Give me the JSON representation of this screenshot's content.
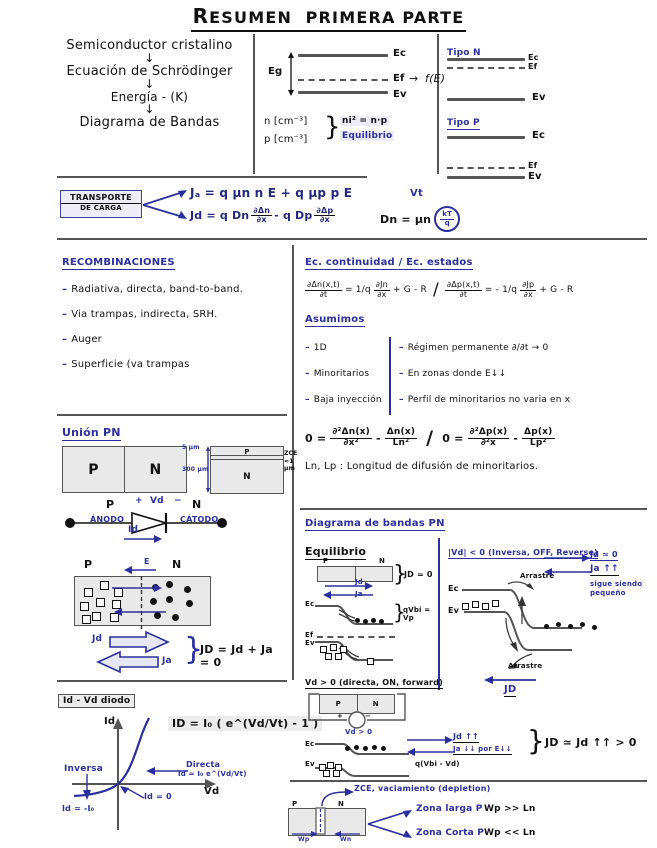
{
  "page": {
    "title_first": "R",
    "title_rest": "ESUMEN",
    "title_second": "PRIMERA PARTE"
  },
  "intro_flow": {
    "steps": [
      "Semiconductor cristalino",
      "Ecuación de Schrödinger",
      "Energía - (K)",
      "Diagrama de Bandas"
    ],
    "arrow": "↓"
  },
  "band_intrinsic": {
    "ec": "Ec",
    "ef": "Ef",
    "ev": "Ev",
    "eg": "Eg",
    "fe_arrow": "→",
    "fe": "f(E)",
    "n_units": "n [cm⁻³]",
    "p_units": "p [cm⁻³]",
    "brace": "}",
    "relation": "ni² = n·p",
    "relation_note": "Equilibrio"
  },
  "doping": {
    "n_type": {
      "label": "Tipo N",
      "ec": "Ec",
      "ef": "Ef",
      "ev": "Ev"
    },
    "p_type": {
      "label": "Tipo P",
      "ec": "Ec",
      "ef": "Ef",
      "ev": "Ev"
    }
  },
  "transport": {
    "box_line1": "TRANSPORTE",
    "box_line2": "DE CARGA",
    "drift_eq": "Jₐ = q μn n E + q μp p E",
    "diff_eq_lead": "Jd = q Dn",
    "diff_num1": "∂Δn",
    "diff_den1": "∂x",
    "diff_mid": "- q Dp",
    "diff_num2": "∂Δp",
    "diff_den2": "∂x",
    "einstein_lead": "Dn = μn",
    "einstein_num": "kT",
    "einstein_den": "q",
    "vt_label": "Vt"
  },
  "recombinations": {
    "heading": "RECOMBINACIONES",
    "items": [
      "Radiativa, directa, band-to-band.",
      "Via trampas, indirecta, SRH.",
      "Auger",
      "Superficie (va trampas"
    ]
  },
  "continuity": {
    "heading": "Ec. continuidad / Ec. estados",
    "eq_n": {
      "lhs_num": "∂Δn(x,t)",
      "lhs_den": "∂t",
      "eq": "=",
      "coef": "1/q",
      "t_num": "∂Jn",
      "t_den": "∂x",
      "tail": "+ G - R"
    },
    "divider": "/",
    "eq_p": {
      "lhs_num": "∂Δp(x,t)",
      "lhs_den": "∂t",
      "eq": "= -",
      "coef": "1/q",
      "t_num": "∂Jp",
      "t_den": "∂x",
      "tail": "+ G - R"
    },
    "assume_heading": "Asumimos",
    "assume_left": [
      "1D",
      "Minoritarios",
      "Baja inyección"
    ],
    "assume_right": [
      "Régimen permanente  ∂/∂t → 0",
      "En zonas donde E↓↓",
      "Perfil de minoritarios no varia en x"
    ],
    "steady_n": {
      "zero": "0 =",
      "num1": "∂²Δn(x)",
      "den1": "∂x²",
      "minus": "-",
      "num2": "Δn(x)",
      "den2": "Ln²"
    },
    "steady_div": "/",
    "steady_p": {
      "zero": "0 =",
      "num1": "∂²Δp(x)",
      "den1": "∂²x",
      "minus": "-",
      "num2": "Δp(x)",
      "den2": "Lp²"
    },
    "ln_lp_note": "Ln, Lp : Longitud de difusión de minoritarios."
  },
  "pn_junction": {
    "heading": "Unión PN",
    "block_p": "P",
    "block_n": "N",
    "wafer": {
      "p_layer": "P",
      "n_layer": "N",
      "top_dim": "5 μm",
      "side_dim": "300 μm",
      "zce_label": "ZCE",
      "zce_dim": "≈1 μm"
    },
    "diode": {
      "p": "P",
      "n": "N",
      "anode": "ÁNODO",
      "cathode": "CÁTODO",
      "plus": "+",
      "minus": "−",
      "vd": "Vd",
      "id": "Id"
    },
    "carriers": {
      "p": "P",
      "n": "N",
      "field": "E",
      "jd": "Jd",
      "ja": "Ja",
      "balance": "JD = Jd + Ja = 0"
    }
  },
  "iv_curve": {
    "heading": "Id - Vd  diodo",
    "y_axis": "Id",
    "x_axis": "Vd",
    "equation": "ID = I₀ ( e^(Vd/Vt) - 1 )",
    "label_direct": "Directa",
    "label_direct_eq": "Id ≃ I₀ e^(Vd/Vt)",
    "label_inverse": "Inversa",
    "label_inverse_eq": "Id ≃ -I₀",
    "label_origin": "Id = 0"
  },
  "band_pn": {
    "heading": "Diagrama de bandas PN",
    "equilibrium": {
      "title": "Equilibrio",
      "p": "P",
      "n": "N",
      "jd": "Jd",
      "ja": "Ja",
      "result": "JD = 0",
      "barrier": "qVbi = Vp",
      "ec": "Ec",
      "ef": "Ef",
      "ev": "Ev"
    },
    "reverse": {
      "title": "|Vd| < 0  (Inversa, OFF, Reverse)",
      "ec": "Ec",
      "ev": "Ev",
      "arrastre": "Arrastre",
      "arrastre2": "Arrastre",
      "jd_note": "Jd ≈ 0",
      "ja_note": "Ja ↑↑",
      "note_line1": "sigue siendo",
      "note_line2": "pequeño",
      "jtot": "JD"
    },
    "forward": {
      "title": "Vd > 0  (directa, ON, forward)",
      "p": "P",
      "n": "N",
      "plus": "+",
      "minus": "−",
      "source": "Vd > 0",
      "jd_note": "Jd ↑↑",
      "ja_note": "Ja ↓↓ por E↓↓",
      "result": "JD ≃ Jd ↑↑ > 0",
      "ec": "Ec",
      "ev": "Ev",
      "barrier": "q(Vbi - Vd)"
    }
  },
  "depletion": {
    "zce_label": "ZCE, vaciamiento (depletion)",
    "p": "P",
    "n": "N",
    "wp": "Wp",
    "wn": "Wn",
    "case_long": "Zona larga P",
    "case_long_cond": "Wp >> Ln",
    "case_short": "Zona Corta P",
    "case_short_cond": "Wp << Ln"
  }
}
